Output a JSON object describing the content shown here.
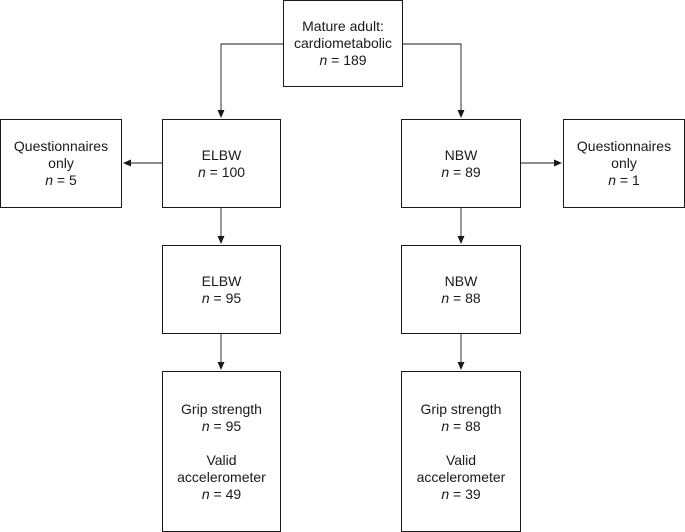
{
  "colors": {
    "stroke": "#1a1a1a",
    "background": "#ffffff",
    "text": "#1a1a1a"
  },
  "nodes": {
    "root": {
      "lines": [
        "Mature adult:",
        "cardiometabolic"
      ],
      "n_symbol": "n",
      "n_value": "= 189"
    },
    "elbw": {
      "label": "ELBW",
      "n_symbol": "n",
      "n_value": "= 100"
    },
    "nbw": {
      "label": "NBW",
      "n_symbol": "n",
      "n_value": "= 89"
    },
    "q_left": {
      "lines": [
        "Questionnaires",
        "only"
      ],
      "n_symbol": "n",
      "n_value": "= 5"
    },
    "q_right": {
      "lines": [
        "Questionnaires",
        "only"
      ],
      "n_symbol": "n",
      "n_value": "= 1"
    },
    "elbw2": {
      "label": "ELBW",
      "n_symbol": "n",
      "n_value": "= 95"
    },
    "nbw2": {
      "label": "NBW",
      "n_symbol": "n",
      "n_value": "= 88"
    },
    "elbw3": {
      "grip_label": "Grip strength",
      "grip_n_symbol": "n",
      "grip_n_value": "= 95",
      "acc_lines": [
        "Valid",
        "accelerometer"
      ],
      "acc_n_symbol": "n",
      "acc_n_value": "= 49"
    },
    "nbw3": {
      "grip_label": "Grip strength",
      "grip_n_symbol": "n",
      "grip_n_value": "= 88",
      "acc_lines": [
        "Valid",
        "accelerometer"
      ],
      "acc_n_symbol": "n",
      "acc_n_value": "= 39"
    }
  }
}
